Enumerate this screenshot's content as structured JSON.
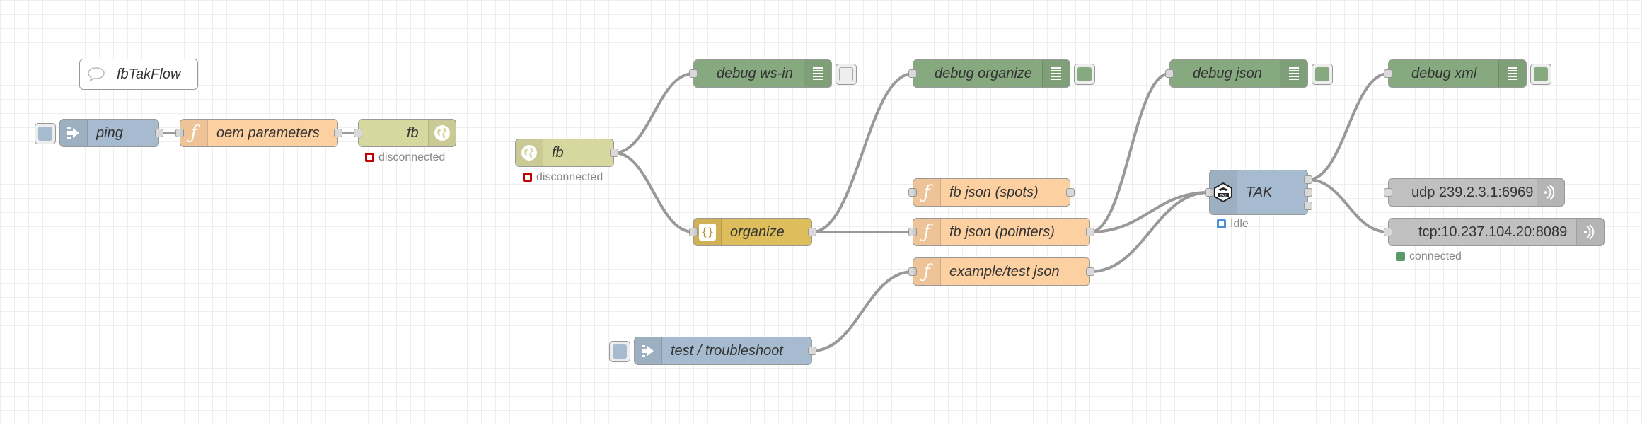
{
  "colors": {
    "inject": "#a6bbcf",
    "function": "#fdd0a2",
    "websocket": "#d7d7a0",
    "debug": "#87a980",
    "json": "#debd5c",
    "tak": "#a6bbcf",
    "udp": "#c0c0c0",
    "tcp": "#c0c0c0",
    "comment": "#ffffff",
    "wire": "#999999",
    "status_red": "#c00000",
    "status_blue": "#4a90d9",
    "status_green": "#5a9a6a"
  },
  "flow": {
    "comment": {
      "label": "fbTakFlow",
      "icon": "comment-icon"
    },
    "nodes": {
      "ping": {
        "label": "ping",
        "type": "inject",
        "icon": "arrow-in-icon"
      },
      "oem_parameters": {
        "label": "oem parameters",
        "type": "function",
        "icon": "function-icon"
      },
      "fb_out": {
        "label": "fb",
        "type": "websocket out",
        "icon": "globe-icon",
        "status": "disconnected",
        "status_color": "red"
      },
      "fb_in": {
        "label": "fb",
        "type": "websocket in",
        "icon": "globe-icon",
        "status": "disconnected",
        "status_color": "red"
      },
      "debug_ws_in": {
        "label": "debug ws-in",
        "type": "debug",
        "icon": "list-icon",
        "active": false
      },
      "organize": {
        "label": "organize",
        "type": "json",
        "icon": "braces-icon"
      },
      "debug_organize": {
        "label": "debug organize",
        "type": "debug",
        "icon": "list-icon",
        "active": true
      },
      "fb_json_spots": {
        "label": "fb json (spots)",
        "type": "function",
        "icon": "function-icon"
      },
      "fb_json_pointers": {
        "label": "fb json (pointers)",
        "type": "function",
        "icon": "function-icon"
      },
      "example_test_json": {
        "label": "example/test json",
        "type": "function",
        "icon": "function-icon"
      },
      "test_troubleshoot": {
        "label": "test / troubleshoot",
        "type": "inject",
        "icon": "arrow-in-icon"
      },
      "debug_json": {
        "label": "debug json",
        "type": "debug",
        "icon": "list-icon",
        "active": true
      },
      "tak": {
        "label": "TAK",
        "type": "tak",
        "icon": "tak-logo-icon",
        "status": "Idle",
        "status_color": "blue"
      },
      "debug_xml": {
        "label": "debug xml",
        "type": "debug",
        "icon": "list-icon",
        "active": true
      },
      "udp": {
        "label": "udp 239.2.3.1:6969",
        "type": "udp out",
        "icon": "broadcast-icon"
      },
      "tcp": {
        "label": "tcp:10.237.104.20:8089",
        "type": "tcp out",
        "icon": "broadcast-icon",
        "status": "connected",
        "status_color": "green"
      }
    }
  }
}
